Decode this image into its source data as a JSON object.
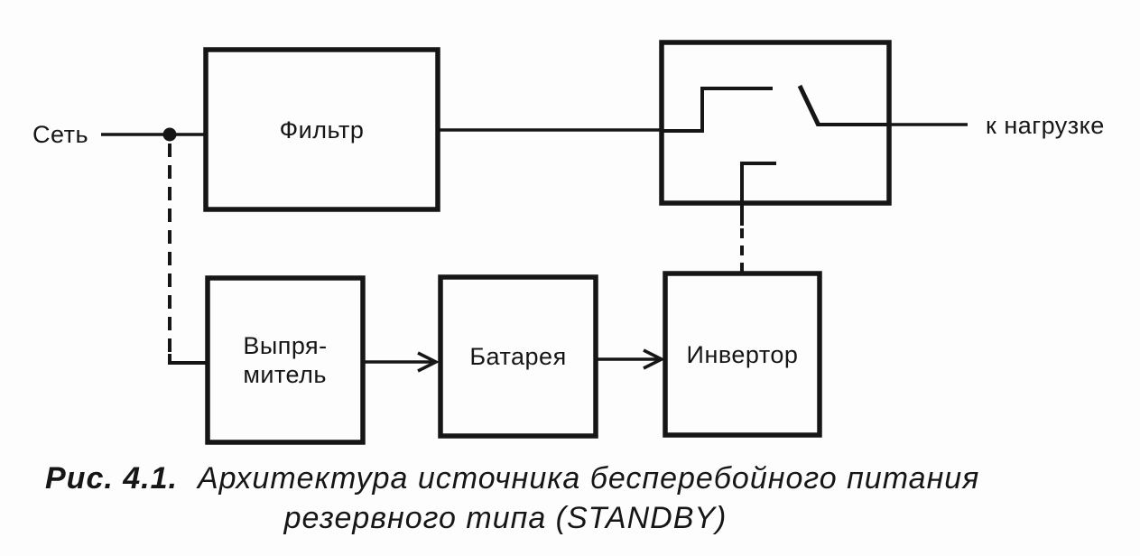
{
  "figure": {
    "source_label": "Сеть",
    "load_label": "к нагрузке",
    "blocks": {
      "filter": {
        "label": "Фильтр"
      },
      "rectifier": {
        "label_line1": "Выпря-",
        "label_line2": "митель"
      },
      "battery": {
        "label": "Батарея"
      },
      "inverter": {
        "label": "Инвертор"
      }
    },
    "caption": {
      "number": "Рис. 4.1.",
      "text_line1": "Архитектура источника бесперебойного питания",
      "text_line2": "резервного типа (STANDBY)"
    },
    "colors": {
      "ink": "#161616",
      "paper": "#fdfdfd"
    }
  }
}
